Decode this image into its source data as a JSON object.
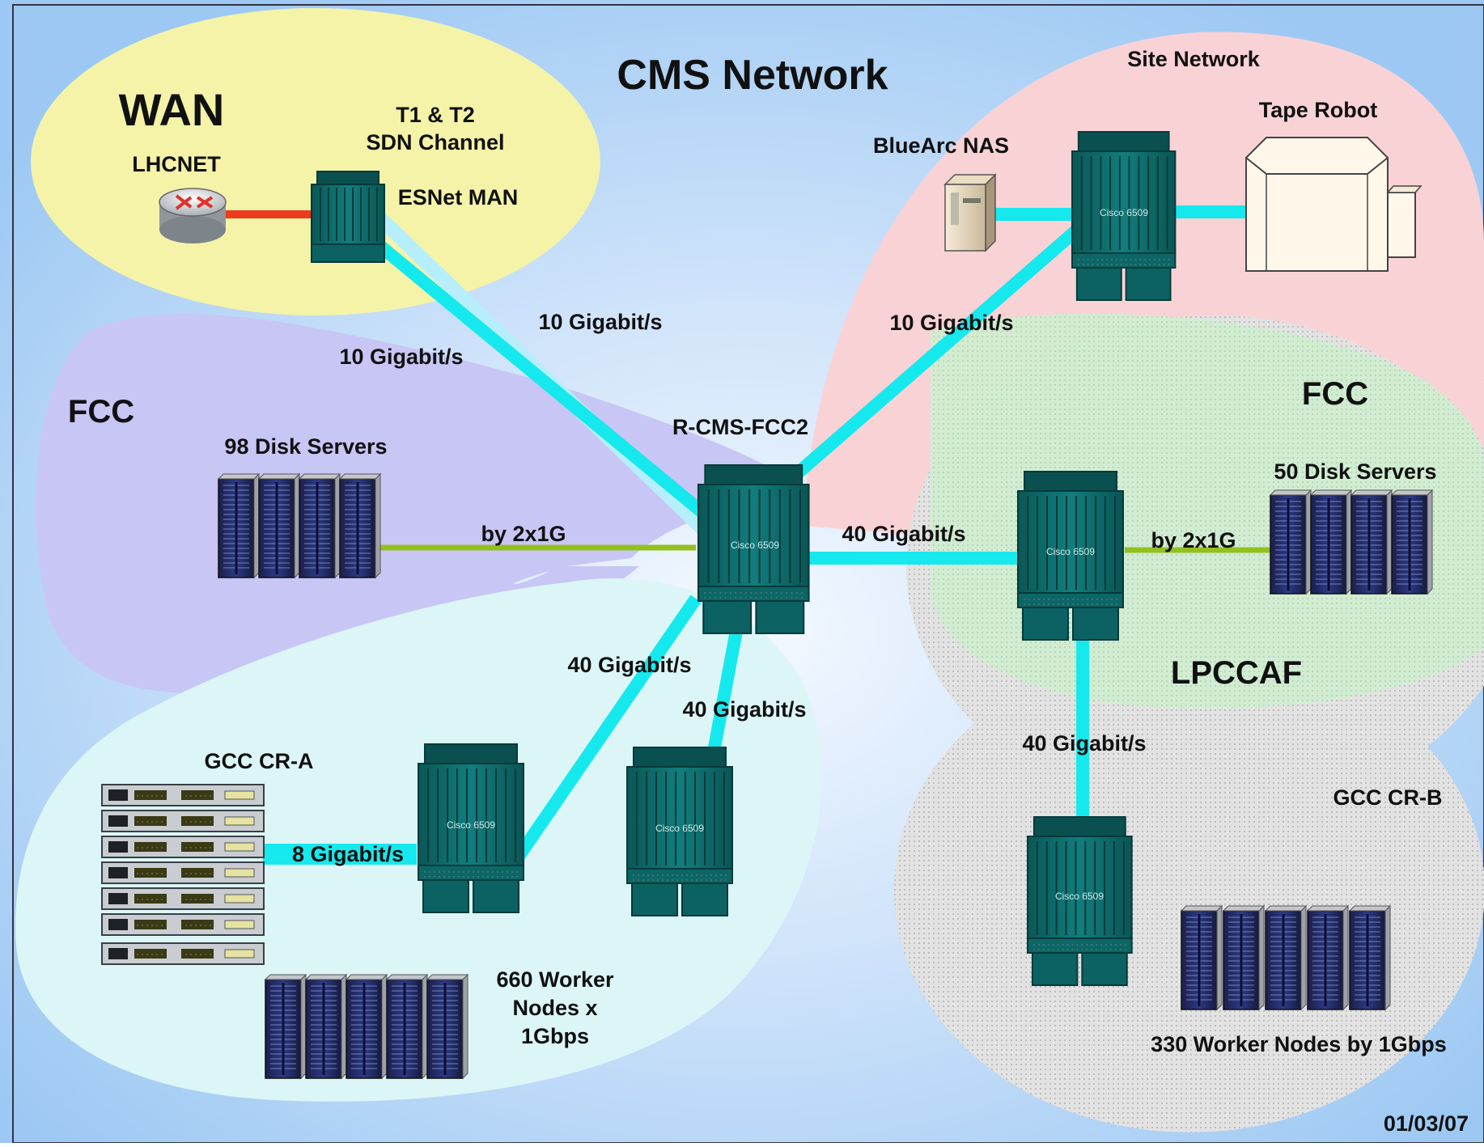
{
  "title": "CMS Network",
  "date": "01/03/07",
  "zones": {
    "wan": {
      "name": "WAN",
      "lhcnet": "LHCNET",
      "t1t2_line1": "T1 & T2",
      "t1t2_line2": "SDN Channel",
      "esnet": "ESNet MAN"
    },
    "site": {
      "name": "Site Network",
      "bluearc": "BlueArc NAS",
      "tape": "Tape Robot"
    },
    "fcc_left": {
      "name": "FCC",
      "disk": "98 Disk Servers"
    },
    "fcc_right": {
      "name": "FCC",
      "disk": "50 Disk Servers"
    },
    "lpccaf": {
      "name": "LPCCAF"
    },
    "gcc_a": {
      "name": "GCC CR-A",
      "workers_line1": "660 Worker",
      "workers_line2": "Nodes x",
      "workers_line3": "1Gbps"
    },
    "gcc_b": {
      "name": "GCC CR-B",
      "workers": "330 Worker Nodes by 1Gbps"
    }
  },
  "core_label": "R-CMS-FCC2",
  "switch_label": "Cisco 6509",
  "links": {
    "wan_core_a": "10 Gigabit/s",
    "wan_core_b": "10 Gigabit/s",
    "site_core": "10 Gigabit/s",
    "core_fcc_right": "40 Gigabit/s",
    "core_gcca_1": "40 Gigabit/s",
    "core_gcca_2": "40 Gigabit/s",
    "fcc_right_gccb": "40 Gigabit/s",
    "left_disk": "by 2x1G",
    "right_disk": "by 2x1G",
    "gcca_racks": "8 Gigabit/s"
  },
  "colors": {
    "background": "#b3d4f7",
    "wan_zone": "#f4f3a8",
    "site_zone": "#f9d2d6",
    "fcc_left_zone": "#c8c6f5",
    "fcc_right_zone": "#cfeecf",
    "gcc_a_zone": "#dcf6f8",
    "gcc_b_zone": "#e2e2e2",
    "link_cyan": "#16e9ee",
    "link_green": "#93c01f",
    "link_red": "#ee3a1e",
    "switch_teal": "#0e6f6f"
  },
  "icons": [
    "router-icon",
    "switch-icon",
    "disk-server-icon",
    "nas-icon",
    "tape-robot-icon",
    "access-switch-icon"
  ]
}
